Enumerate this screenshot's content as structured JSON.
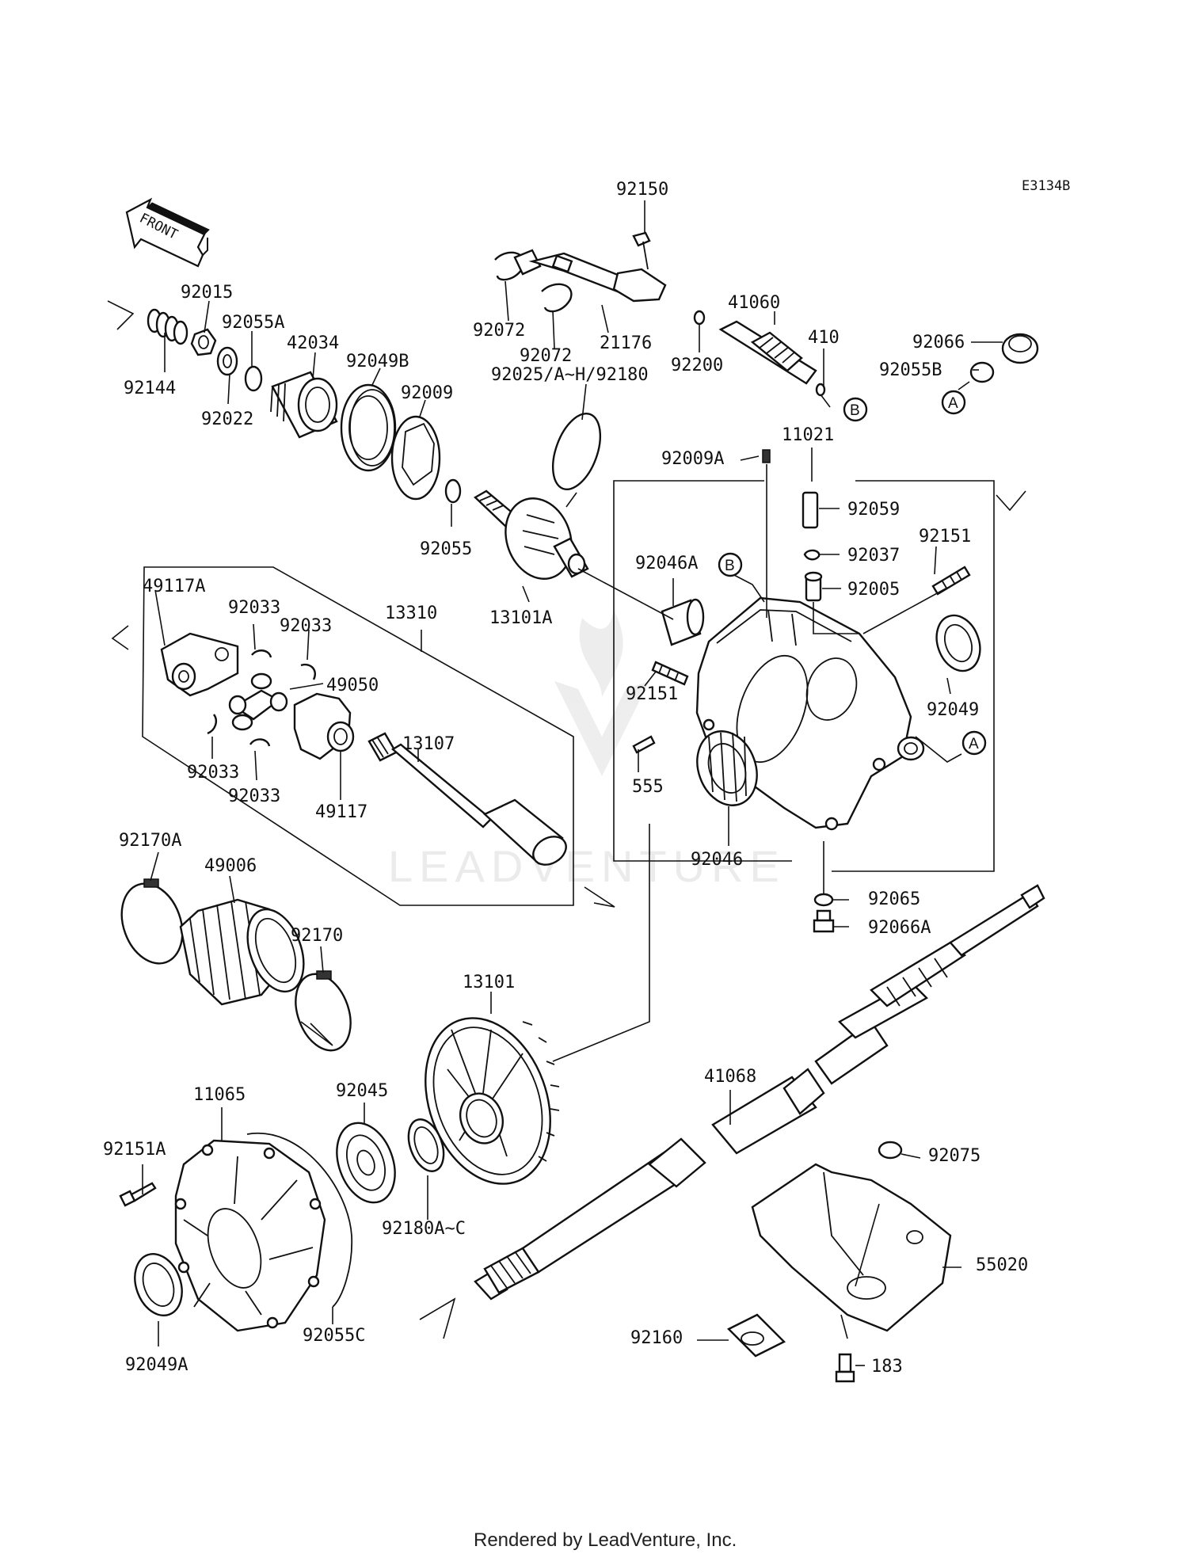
{
  "diagram_code": "E3134B",
  "front_label": "FRONT",
  "watermark": "LEADVENTURE",
  "footer": "Rendered by LeadVenture, Inc.",
  "circle_refs": {
    "a": "A",
    "b": "B"
  },
  "labels": {
    "p92150": "92150",
    "p92015": "92015",
    "p92055A": "92055A",
    "p42034": "42034",
    "p92049B": "92049B",
    "p92009": "92009",
    "p92144": "92144",
    "p92022": "92022",
    "p92072a": "92072",
    "p92072b": "92072",
    "p21176": "21176",
    "p92200": "92200",
    "p41060": "41060",
    "p410": "410",
    "p92066": "92066",
    "p92055B": "92055B",
    "p92025": "92025/A~H/92180",
    "p11021": "11021",
    "p92009A": "92009A",
    "p92059": "92059",
    "p92037": "92037",
    "p92005": "92005",
    "p92151": "92151",
    "p92055": "92055",
    "p13101A": "13101A",
    "p92046A": "92046A",
    "p49117A": "49117A",
    "p13310": "13310",
    "p92033a": "92033",
    "p92033b": "92033",
    "p49050": "49050",
    "p92033c": "92033",
    "p92033d": "92033",
    "p49117": "49117",
    "p13107": "13107",
    "p92151b": "92151",
    "p92049": "92049",
    "p555": "555",
    "p92046": "92046",
    "p92065": "92065",
    "p92066A": "92066A",
    "p92170A": "92170A",
    "p49006": "49006",
    "p92170": "92170",
    "p13101": "13101",
    "p41068": "41068",
    "p11065": "11065",
    "p92045": "92045",
    "p92151A": "92151A",
    "p92180A": "92180A~C",
    "p92075": "92075",
    "p55020": "55020",
    "p92049A": "92049A",
    "p92055C": "92055C",
    "p92160": "92160",
    "p183": "183"
  }
}
